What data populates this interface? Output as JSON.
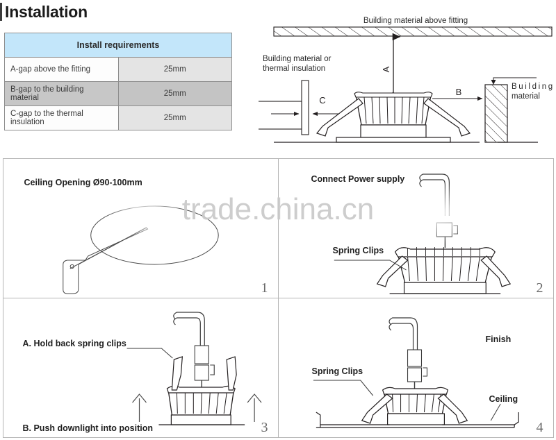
{
  "page": {
    "title": "Installation",
    "watermark": "trade.china.cn"
  },
  "requirements_table": {
    "header": "Install requirements",
    "rows": [
      {
        "label": "A-gap above the fitting",
        "value": "25mm"
      },
      {
        "label": "B-gap to the building material",
        "value": "25mm"
      },
      {
        "label": "C-gap to the thermal insulation",
        "value": "25mm"
      }
    ]
  },
  "top_diagram": {
    "label_above": "Building material above fitting",
    "label_left_line1": "Building material or",
    "label_left_line2": "thermal insulation",
    "label_right_line1": "Building",
    "label_right_line2": "material",
    "dim_a": "A",
    "dim_b": "B",
    "dim_c": "C"
  },
  "panels": [
    {
      "number": "1",
      "title": "Ceiling Opening Ø90-100mm"
    },
    {
      "number": "2",
      "title": "Connect Power supply",
      "spring_clips": "Spring Clips"
    },
    {
      "number": "3",
      "step_a": "A. Hold back spring clips",
      "step_b": "B. Push downlight into position"
    },
    {
      "number": "4",
      "finish": "Finish",
      "spring_clips": "Spring Clips",
      "ceiling": "Ceiling"
    }
  ],
  "colors": {
    "table_header": "#c3e6fa",
    "table_row_alt": "#c4c4c4",
    "line": "#231f20",
    "watermark": "#c9c9c9"
  }
}
